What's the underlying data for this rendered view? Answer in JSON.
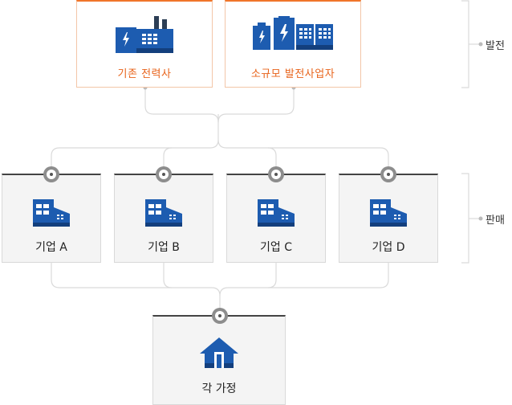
{
  "generation": {
    "category": "발전",
    "items": [
      {
        "label": "기존 전력사",
        "icon": "power-plant-icon"
      },
      {
        "label": "소규모 발전사업자",
        "icon": "small-power-producer-icon"
      }
    ]
  },
  "sales": {
    "category": "판매",
    "items": [
      {
        "label": "기업 A",
        "icon": "company-building-icon"
      },
      {
        "label": "기업 B",
        "icon": "company-building-icon"
      },
      {
        "label": "기업 C",
        "icon": "company-building-icon"
      },
      {
        "label": "기업 D",
        "icon": "company-building-icon"
      }
    ]
  },
  "consumer": {
    "label": "각 가정",
    "icon": "house-icon"
  },
  "colors": {
    "generation_accent": "#f0752a",
    "icon_blue": "#1d5cb0",
    "line": "#dadada"
  }
}
